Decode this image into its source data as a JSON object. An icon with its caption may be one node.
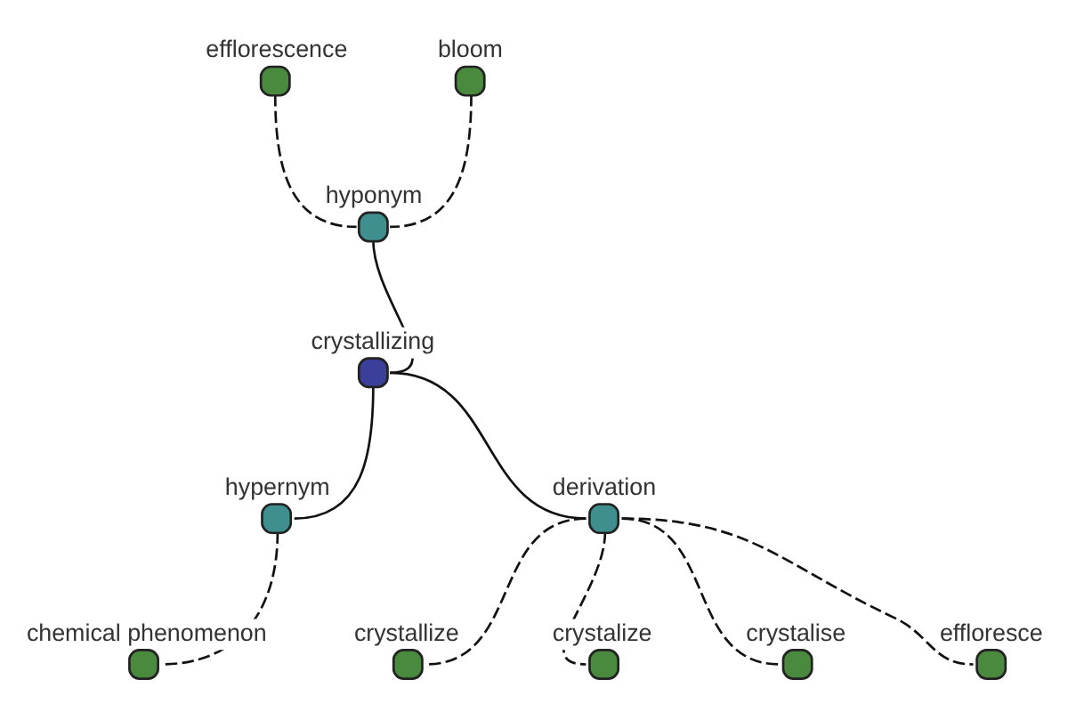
{
  "diagram": {
    "nodes": [
      {
        "text": [
          "efflorescence"
        ]
      },
      {
        "text": [
          "bloom"
        ]
      },
      {
        "text": [
          "hyponym"
        ]
      },
      {
        "text": [
          "crystallizing"
        ]
      },
      {
        "text": [
          "hypernym"
        ]
      },
      {
        "text": [
          "derivation"
        ]
      },
      {
        "text": [
          "crystallize"
        ]
      },
      {
        "text": [
          "crystalize"
        ]
      },
      {
        "text": [
          "chemical phenomenon"
        ]
      },
      {
        "text": [
          "crystalise"
        ]
      },
      {
        "text": [
          "effloresce"
        ]
      }
    ],
    "edges": [
      {
        "from": 0,
        "to": 2,
        "arrow": "none",
        "style": "dashed"
      },
      {
        "from": 1,
        "to": 2,
        "arrow": "none",
        "style": "dashed"
      },
      {
        "from": 2,
        "to": 3,
        "arrow": "none"
      },
      {
        "from": 3,
        "to": 4,
        "arrow": "none"
      },
      {
        "from": 3,
        "to": 5,
        "arrow": "none"
      },
      {
        "from": 4,
        "to": 8,
        "arrow": "none",
        "style": "dashed"
      },
      {
        "from": 5,
        "to": 6,
        "arrow": "none",
        "style": "dashed"
      },
      {
        "from": 5,
        "to": 7,
        "arrow": "none",
        "style": "dashed"
      },
      {
        "from": 5,
        "to": 9,
        "arrow": "none",
        "style": "dashed"
      },
      {
        "from": 5,
        "to": 10,
        "arrow": "none",
        "style": "dashed"
      }
    ]
  }
}
